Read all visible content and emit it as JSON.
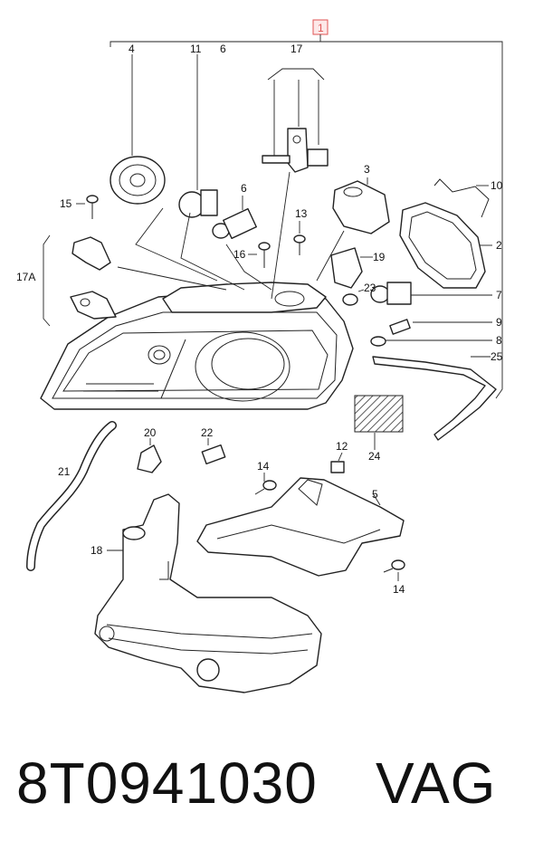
{
  "diagram": {
    "main_callout": "1",
    "callouts": {
      "c2": "2",
      "c3": "3",
      "c4": "4",
      "c5": "5",
      "c6a": "6",
      "c6b": "6",
      "c7": "7",
      "c8": "8",
      "c9": "9",
      "c10": "10",
      "c11": "11",
      "c12": "12",
      "c13": "13",
      "c14a": "14",
      "c14b": "14",
      "c15": "15",
      "c16": "16",
      "c17": "17",
      "c17a": "17A",
      "c18": "18",
      "c19": "19",
      "c20": "20",
      "c21": "21",
      "c22": "22",
      "c23": "23",
      "c24": "24",
      "c25": "25"
    },
    "highlight_color": "#e05555"
  },
  "caption": {
    "part_number": "8T0941030",
    "brand": "VAG"
  }
}
